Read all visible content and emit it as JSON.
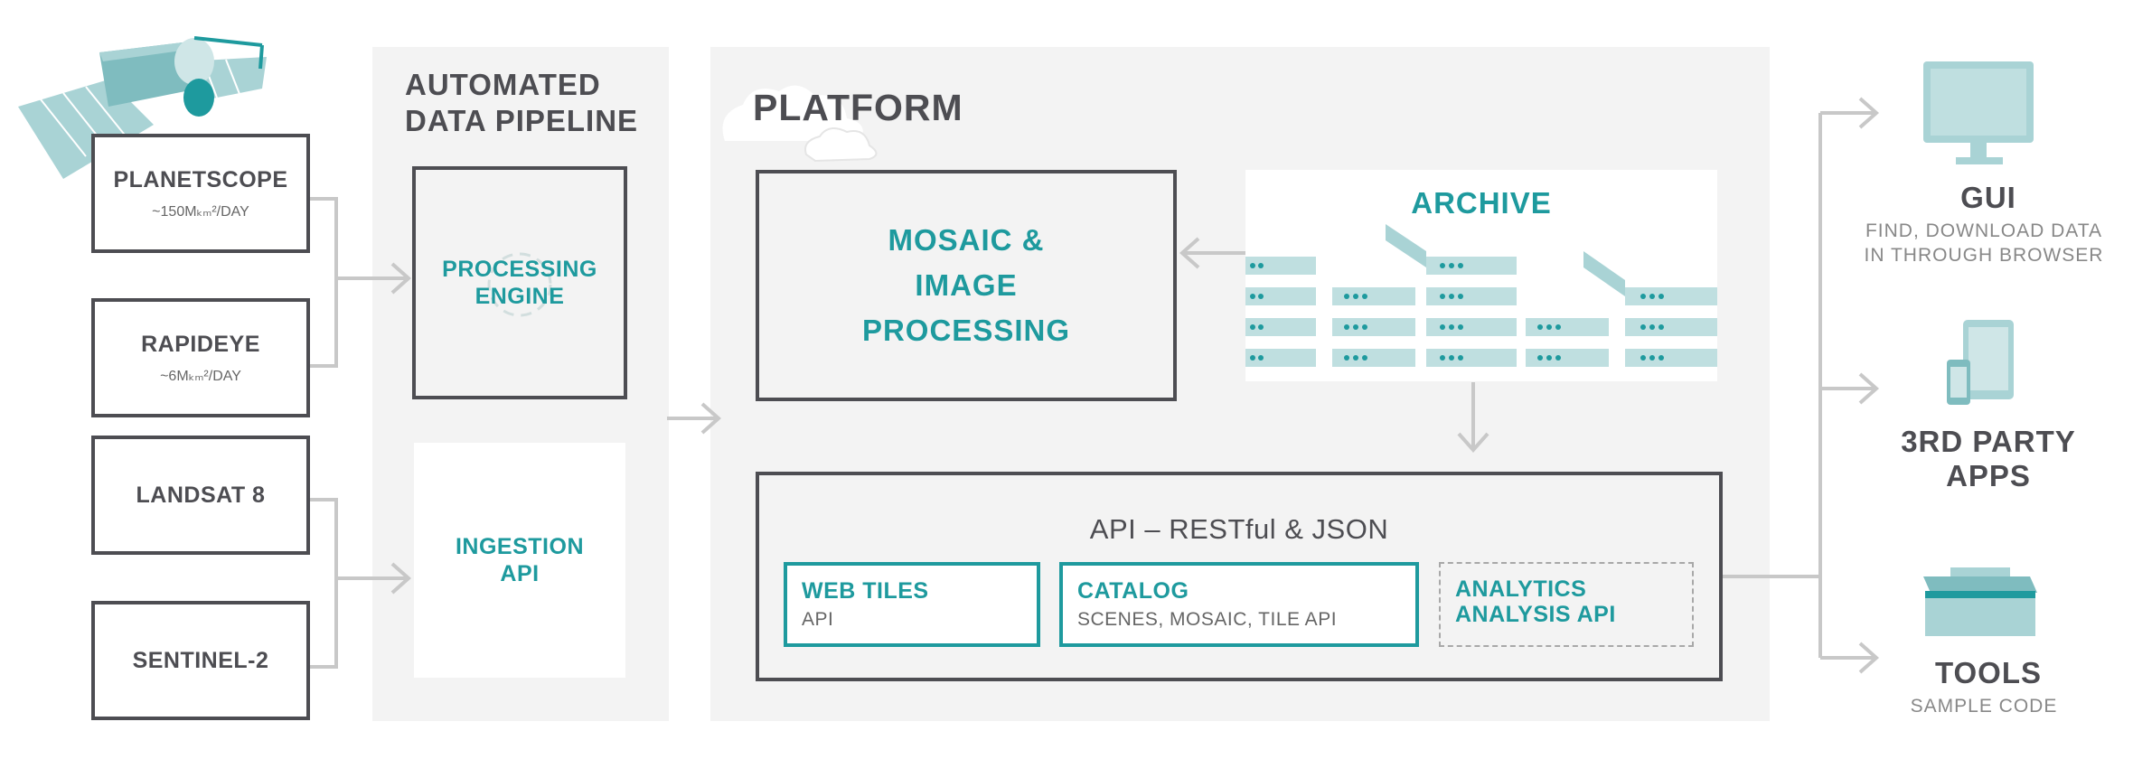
{
  "sources": [
    {
      "name": "PLANETSCOPE",
      "rate": "~150Mₖₘ²/DAY"
    },
    {
      "name": "RAPIDEYE",
      "rate": "~6Mₖₘ²/DAY"
    },
    {
      "name": "LANDSAT 8",
      "rate": ""
    },
    {
      "name": "SENTINEL-2",
      "rate": ""
    }
  ],
  "pipeline": {
    "title_line1": "AUTOMATED",
    "title_line2": "DATA PIPELINE",
    "processing_line1": "PROCESSING",
    "processing_line2": "ENGINE",
    "ingestion_line1": "INGESTION",
    "ingestion_line2": "API"
  },
  "platform": {
    "title": "PLATFORM",
    "mosaic_line1": "MOSAIC &",
    "mosaic_line2": "IMAGE",
    "mosaic_line3": "PROCESSING",
    "archive_title": "ARCHIVE",
    "api_title": "API – RESTful & JSON",
    "sub_apis": [
      {
        "title": "WEB TILES",
        "desc": "API"
      },
      {
        "title": "CATALOG",
        "desc": "SCENES, MOSAIC, TILE API"
      },
      {
        "title_line1": "ANALYTICS",
        "title_line2": "ANALYSIS API"
      }
    ]
  },
  "outputs": [
    {
      "title": "GUI",
      "sub_line1": "FIND, DOWNLOAD DATA",
      "sub_line2": "IN THROUGH BROWSER",
      "icon": "monitor-icon"
    },
    {
      "title_line1": "3RD PARTY",
      "title_line2": "APPS",
      "icon": "devices-icon"
    },
    {
      "title": "TOOLS",
      "sub_line1": "SAMPLE CODE",
      "icon": "toolbox-icon"
    }
  ],
  "colors": {
    "teal": "#1e9a9e",
    "light_teal": "#a9d3d5",
    "dark": "#4d4d52",
    "panel": "#f3f3f3",
    "arrow": "#c8c8c8"
  }
}
